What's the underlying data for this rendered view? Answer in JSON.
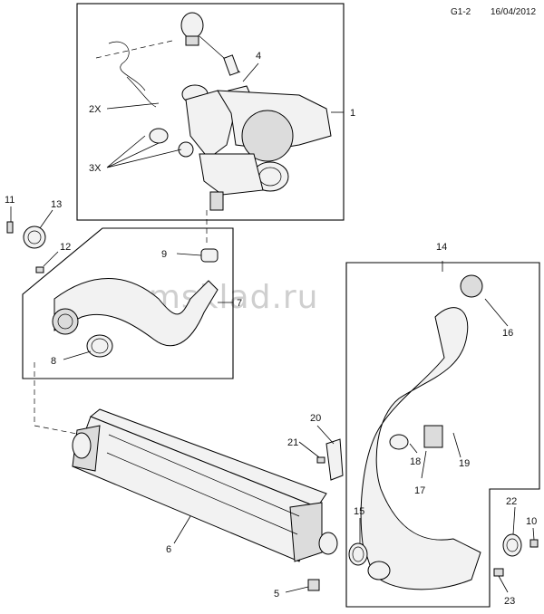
{
  "header": {
    "code": "G1-2",
    "date": "16/04/2012"
  },
  "watermark": "gmsklad.ru",
  "callouts": {
    "c1": "1",
    "c2x": "2X",
    "c3x": "3X",
    "c4": "4",
    "c5": "5",
    "c6": "6",
    "c7": "7",
    "c8": "8",
    "c9": "9",
    "c10": "10",
    "c11": "11",
    "c12": "12",
    "c13": "13",
    "c14": "14",
    "c15": "15",
    "c16": "16",
    "c17": "17",
    "c18": "18",
    "c19": "19",
    "c20": "20",
    "c21": "21",
    "c22": "22",
    "c23": "23"
  }
}
